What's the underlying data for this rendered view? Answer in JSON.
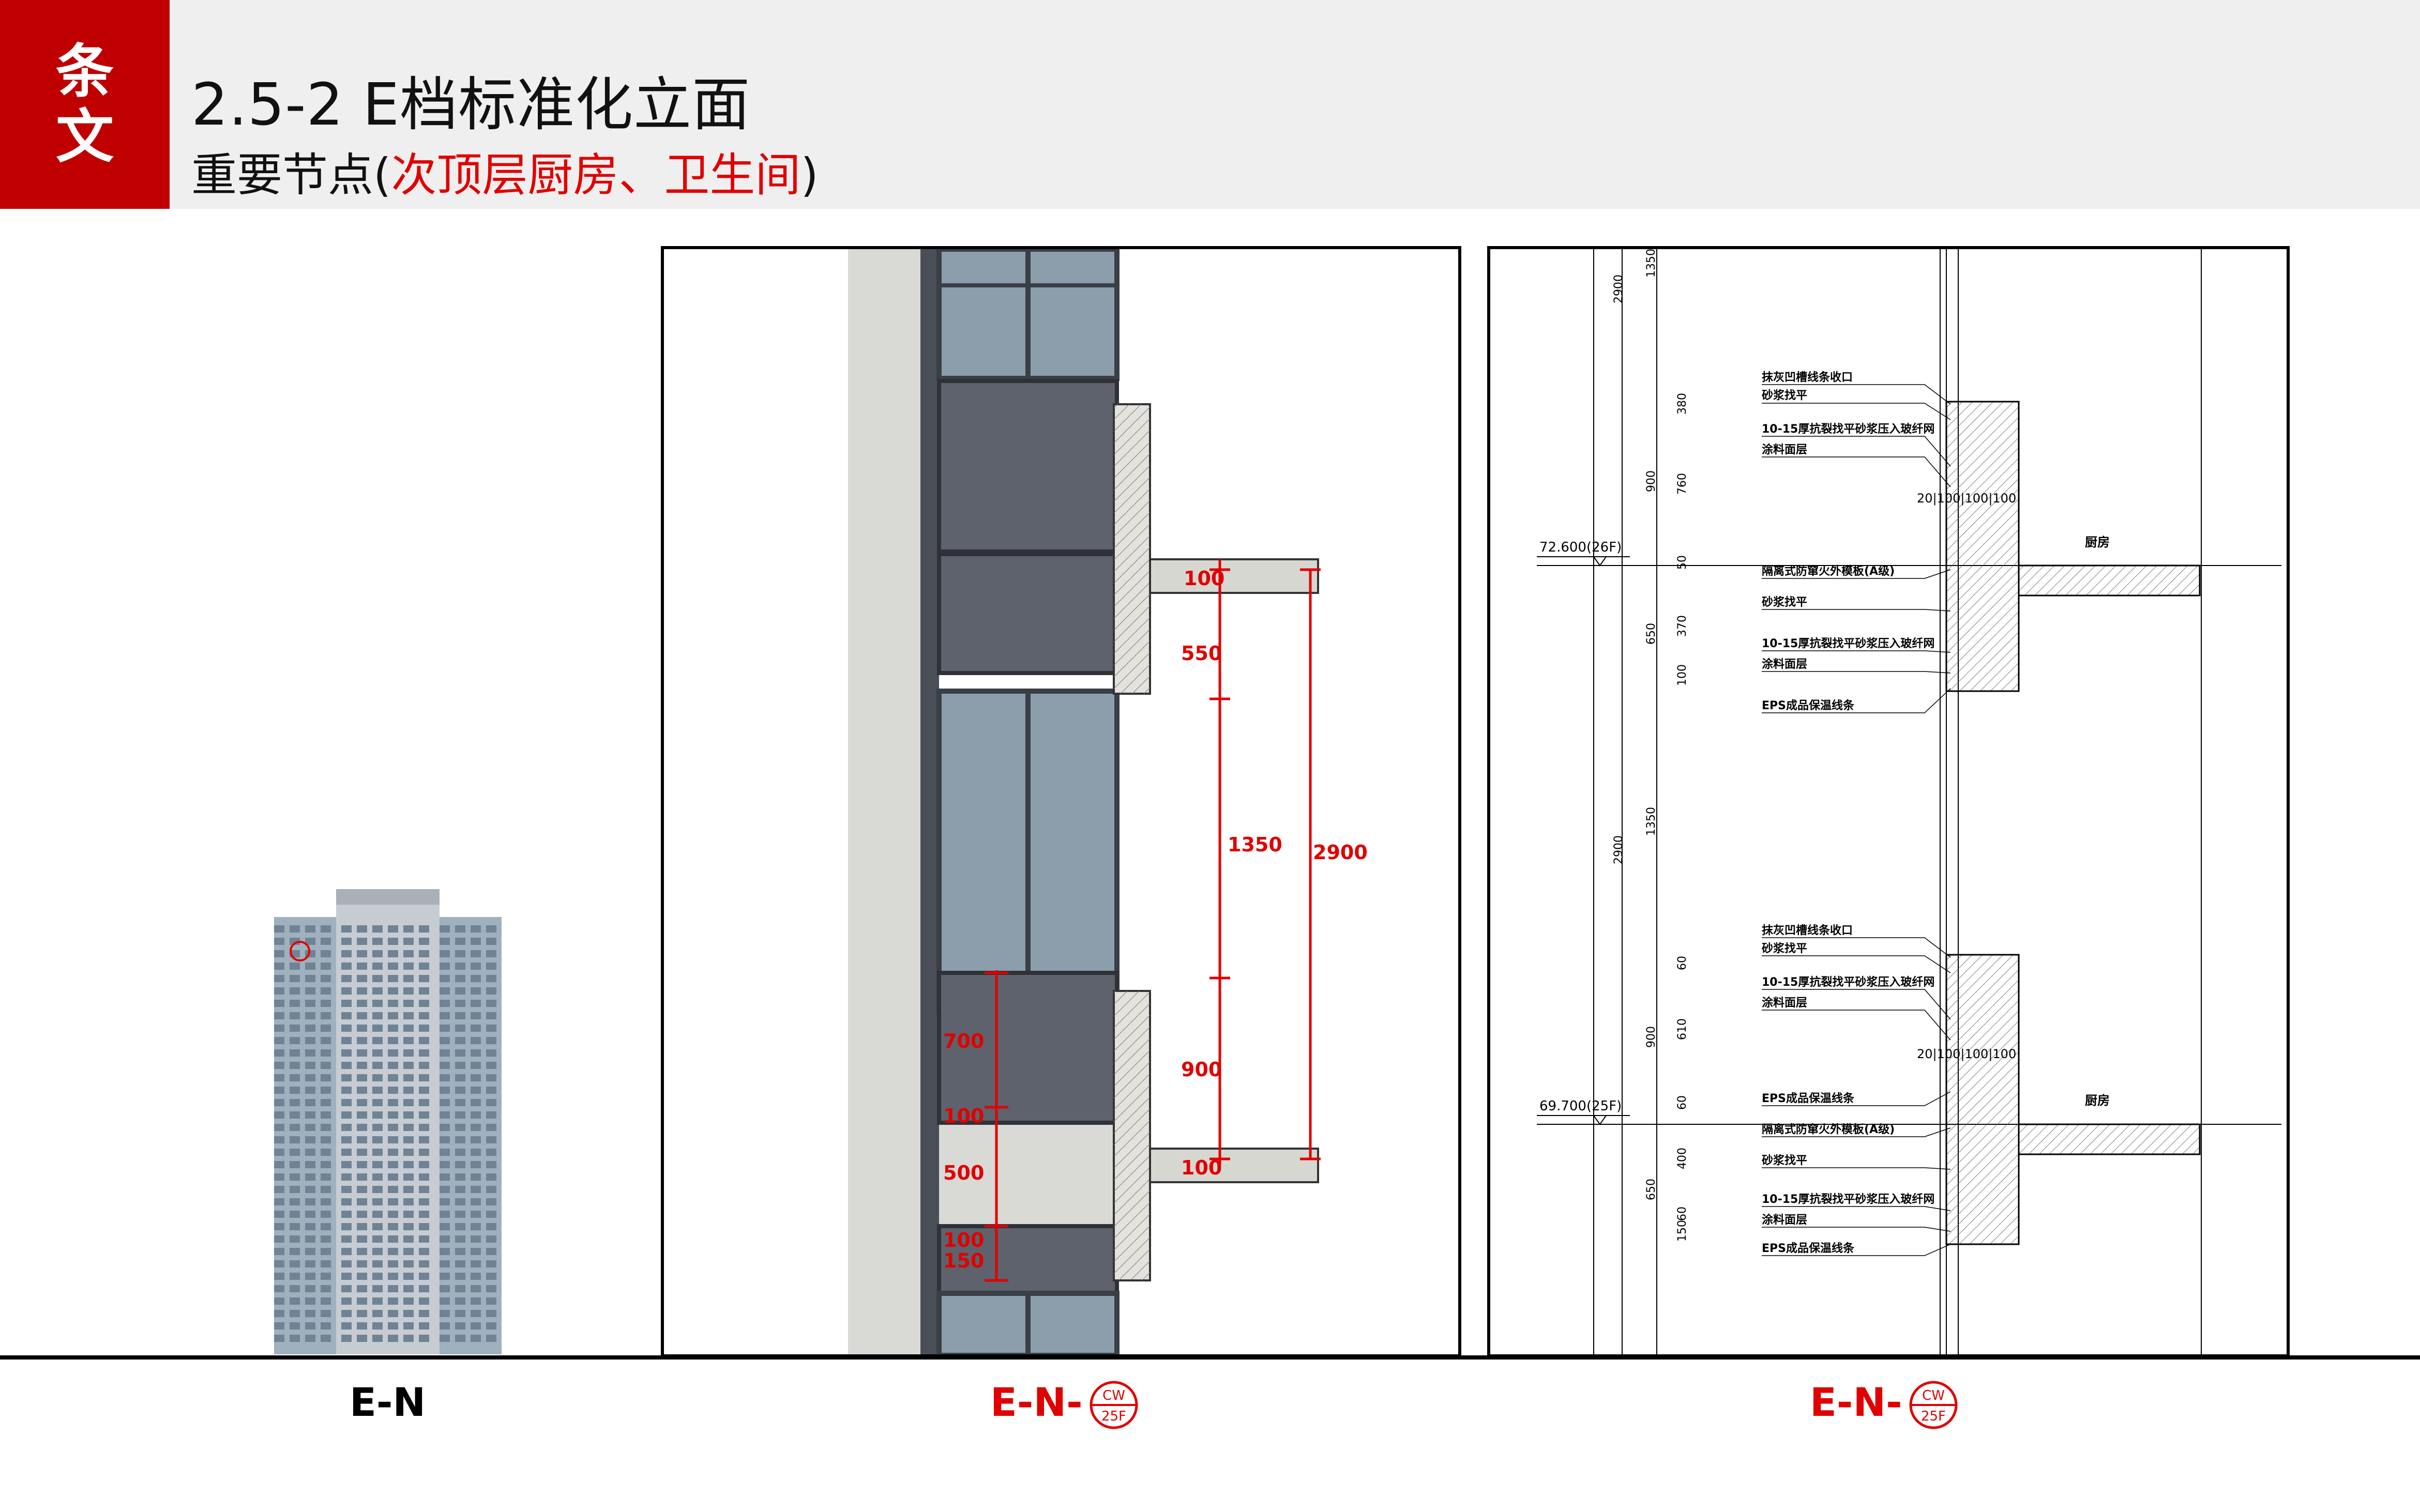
{
  "badge": {
    "line1": "条",
    "line2": "文"
  },
  "title": "2.5-2 E档标准化立面",
  "subtitle": {
    "prefix": "重要节点(",
    "highlight": "次顶层厨房、卫生间",
    "suffix": ")"
  },
  "captions": [
    {
      "text": "E-N"
    },
    {
      "text": "E-N-",
      "stamp_top": "CW",
      "stamp_bottom": "25F"
    },
    {
      "text": "E-N-",
      "stamp_top": "CW",
      "stamp_bottom": "25F"
    }
  ],
  "model_dims": {
    "d100_top": "100",
    "d550": "550",
    "d1350": "1350",
    "d2900": "2900",
    "d700": "700",
    "d100_mid": "100",
    "d900": "900",
    "d500": "500",
    "d100_low": "100",
    "d100_b": "100",
    "d150": "150"
  },
  "section": {
    "level_upper": "72.600(26F)",
    "level_lower": "69.700(25F)",
    "room_upper": "厨房",
    "room_lower": "厨房",
    "notes_upper_a": [
      "抹灰凹槽线条收口",
      "砂浆找平",
      "10-15厚抗裂找平砂浆压入玻纤网",
      "涂料面层"
    ],
    "notes_upper_b": [
      "隔离式防窜火外模板(A级)",
      "砂浆找平",
      "10-15厚抗裂找平砂浆压入玻纤网",
      "涂料面层",
      "EPS成品保温线条"
    ],
    "notes_lower_a": [
      "抹灰凹槽线条收口",
      "砂浆找平",
      "10-15厚抗裂找平砂浆压入玻纤网",
      "涂料面层"
    ],
    "notes_lower_b": [
      "EPS成品保温线条",
      "隔离式防窜火外模板(A级)",
      "砂浆找平",
      "10-15厚抗裂找平砂浆压入玻纤网",
      "涂料面层",
      "EPS成品保温线条"
    ],
    "wall_dims": "20|100|100|100",
    "dims_outer": [
      "2900",
      "2900"
    ],
    "dims_mid": [
      "1350",
      "900",
      "650",
      "1350",
      "900",
      "650"
    ],
    "dims_inner": [
      "380",
      "760",
      "50",
      "370",
      "100",
      "60",
      "610",
      "60",
      "400",
      "60",
      "150"
    ]
  },
  "colors": {
    "accent": "#c00000",
    "dim_red": "#e00000",
    "glass": "#8c9eac",
    "panel_dark": "#5d626c",
    "concrete": "#d9d9d6"
  }
}
